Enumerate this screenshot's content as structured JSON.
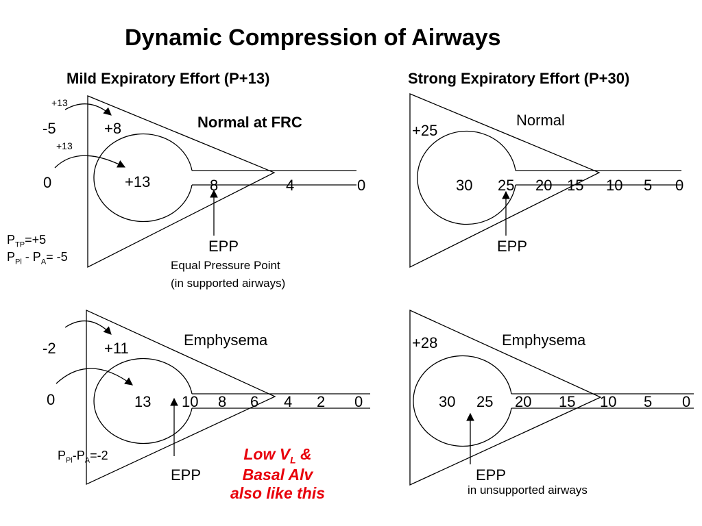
{
  "title": "Dynamic Compression of Airways",
  "columns": {
    "left": "Mild Expiratory Effort (P+13)",
    "right": "Strong Expiratory Effort (P+30)"
  },
  "panels": {
    "top_left": {
      "label": "Normal at FRC",
      "arrow_label_1": "+13",
      "arrow_label_2": "+13",
      "pleural": "-5",
      "elastic": "+8",
      "mouth": "0",
      "alveolar": "+13",
      "airway_values": [
        "8",
        "4",
        "0"
      ],
      "epp": "EPP",
      "epp_note_1": "Equal Pressure Point",
      "epp_note_2": "(in supported airways)",
      "ptp_P": "P",
      "ptp_sub": "TP",
      "ptp_rest": "=+5",
      "ppl_P": "P",
      "ppl_sub": "Pl",
      "ppl_mid": " - P",
      "ppl_sub2": "A",
      "ppl_rest": "= -5"
    },
    "top_right": {
      "label": "Normal",
      "elastic": "+25",
      "alveolar": "30",
      "airway_values": [
        "25",
        "20",
        "15",
        "10",
        "5",
        "0"
      ],
      "epp": "EPP"
    },
    "bottom_left": {
      "label": "Emphysema",
      "pleural": "-2",
      "elastic": "+11",
      "mouth": "0",
      "alveolar": "13",
      "airway_values": [
        "10",
        "8",
        "6",
        "4",
        "2",
        "0"
      ],
      "epp": "EPP",
      "ppl_P": "P",
      "ppl_sub": "Pl",
      "ppl_mid": "-P",
      "ppl_sub2": "A",
      "ppl_rest": "=-2",
      "note_line1_a": "Low V",
      "note_line1_sub": "L",
      "note_line1_b": " &",
      "note_line2": "Basal Alv",
      "note_line3": "also like this"
    },
    "bottom_right": {
      "label": "Emphysema",
      "elastic": "+28",
      "alveolar": "30",
      "airway_values": [
        "25",
        "20",
        "15",
        "10",
        "5",
        "0"
      ],
      "epp": "EPP",
      "epp_note": "in unsupported airways"
    }
  },
  "colors": {
    "ink": "#000000",
    "highlight": "#e8000b"
  }
}
